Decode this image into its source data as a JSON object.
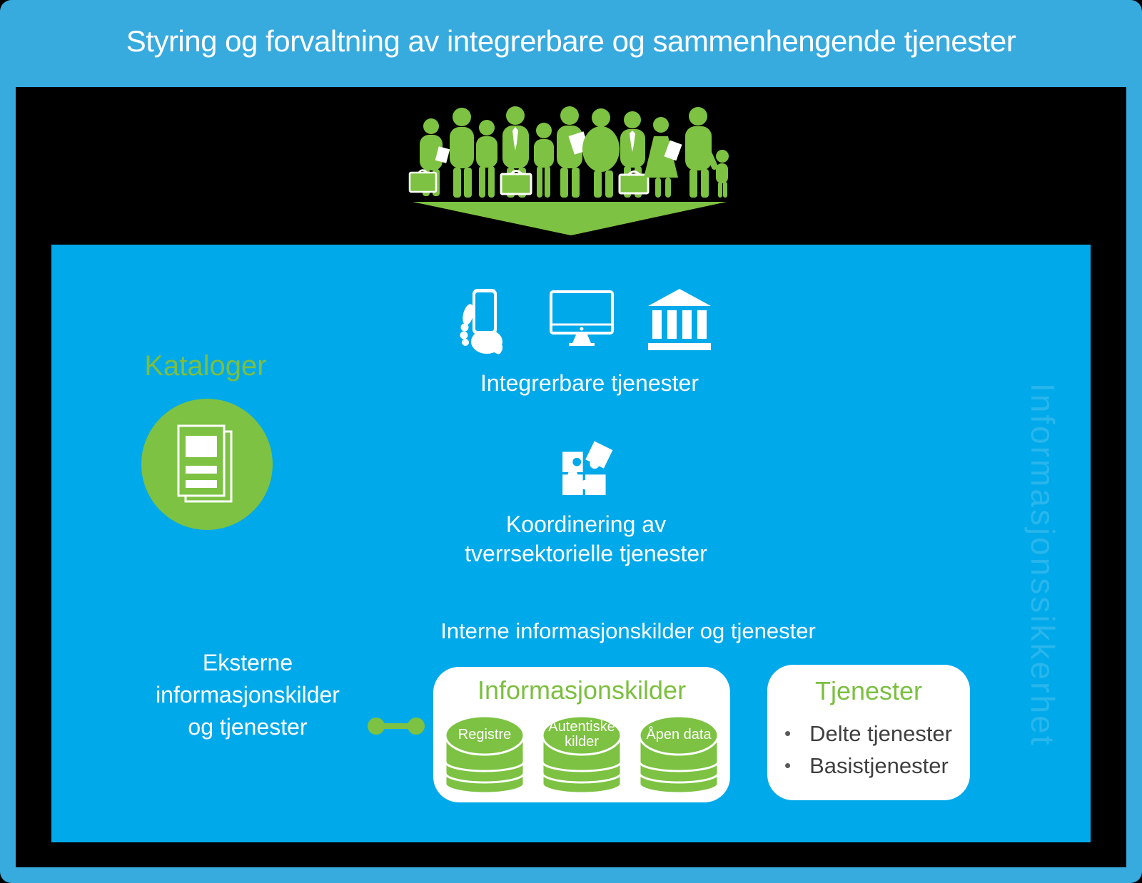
{
  "title": "Styring og forvaltning av integrerbare og sammenhengende tjenester",
  "colors": {
    "frame_blue": "#37AADE",
    "panel_blue": "#00A9E9",
    "background_black": "#000000",
    "green": "#7DC242",
    "green_text": "#7CBF3F",
    "dark_text": "#3F3F3F",
    "white": "#FFFFFF",
    "watermark_text": "rgba(255,255,255,0.16)"
  },
  "icons": {
    "bullet": "•",
    "crowd": "people-crowd-icon",
    "arrow": "down-arrow-icon",
    "catalog": "catalog-pages-icon",
    "phone": "hand-holding-phone-icon",
    "monitor": "desktop-monitor-icon",
    "bank": "government-building-icon",
    "puzzle": "puzzle-pieces-icon",
    "database": "database-cylinder-icon",
    "connector": "link-connector-icon"
  },
  "diagram": {
    "kataloger_label": "Kataloger",
    "integrerbare_label": "Integrerbare tjenester",
    "koordinering_lines": [
      "Koordinering av",
      "tverrsektorielle tjenester"
    ],
    "interne_heading": "Interne informasjonskilder og tjenester",
    "eksterne_lines": [
      "Eksterne",
      "informasjonskilder",
      "og tjenester"
    ],
    "informasjonskilder": {
      "heading": "Informasjonskilder",
      "cylinders": [
        "Registre",
        "Autentiske kilder",
        "Åpen data"
      ]
    },
    "tjenester": {
      "heading": "Tjenester",
      "items": [
        "Delte tjenester",
        "Basistjenester"
      ]
    },
    "watermark": "Informasjonssikkerhet"
  }
}
